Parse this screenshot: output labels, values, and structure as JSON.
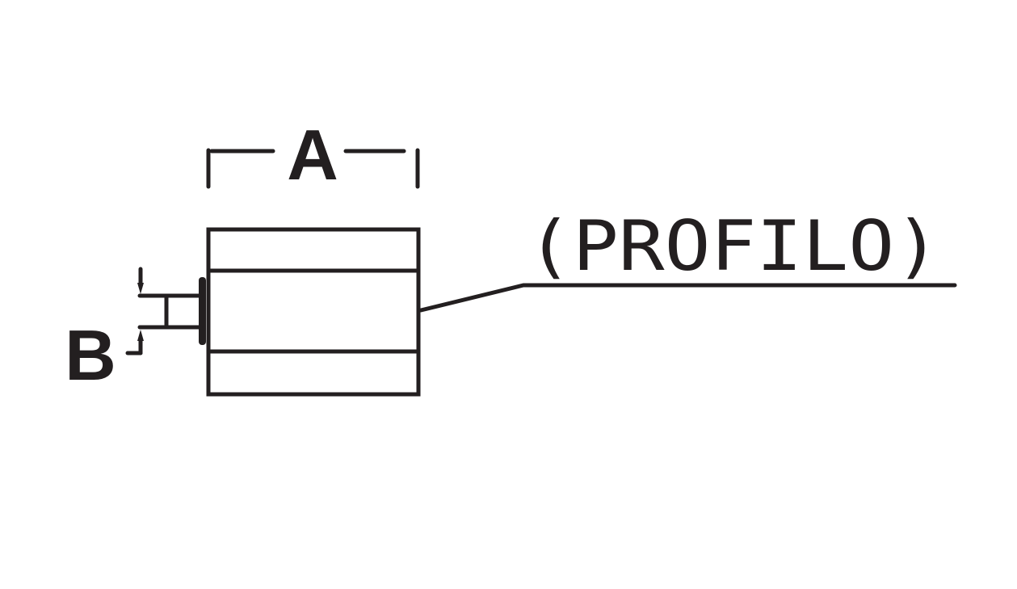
{
  "dimensions": {
    "a_label": "A",
    "b_label": "B"
  },
  "callout": {
    "label": "(PROFILO)"
  },
  "colors": {
    "line": "#231f20",
    "background": "#ffffff"
  }
}
